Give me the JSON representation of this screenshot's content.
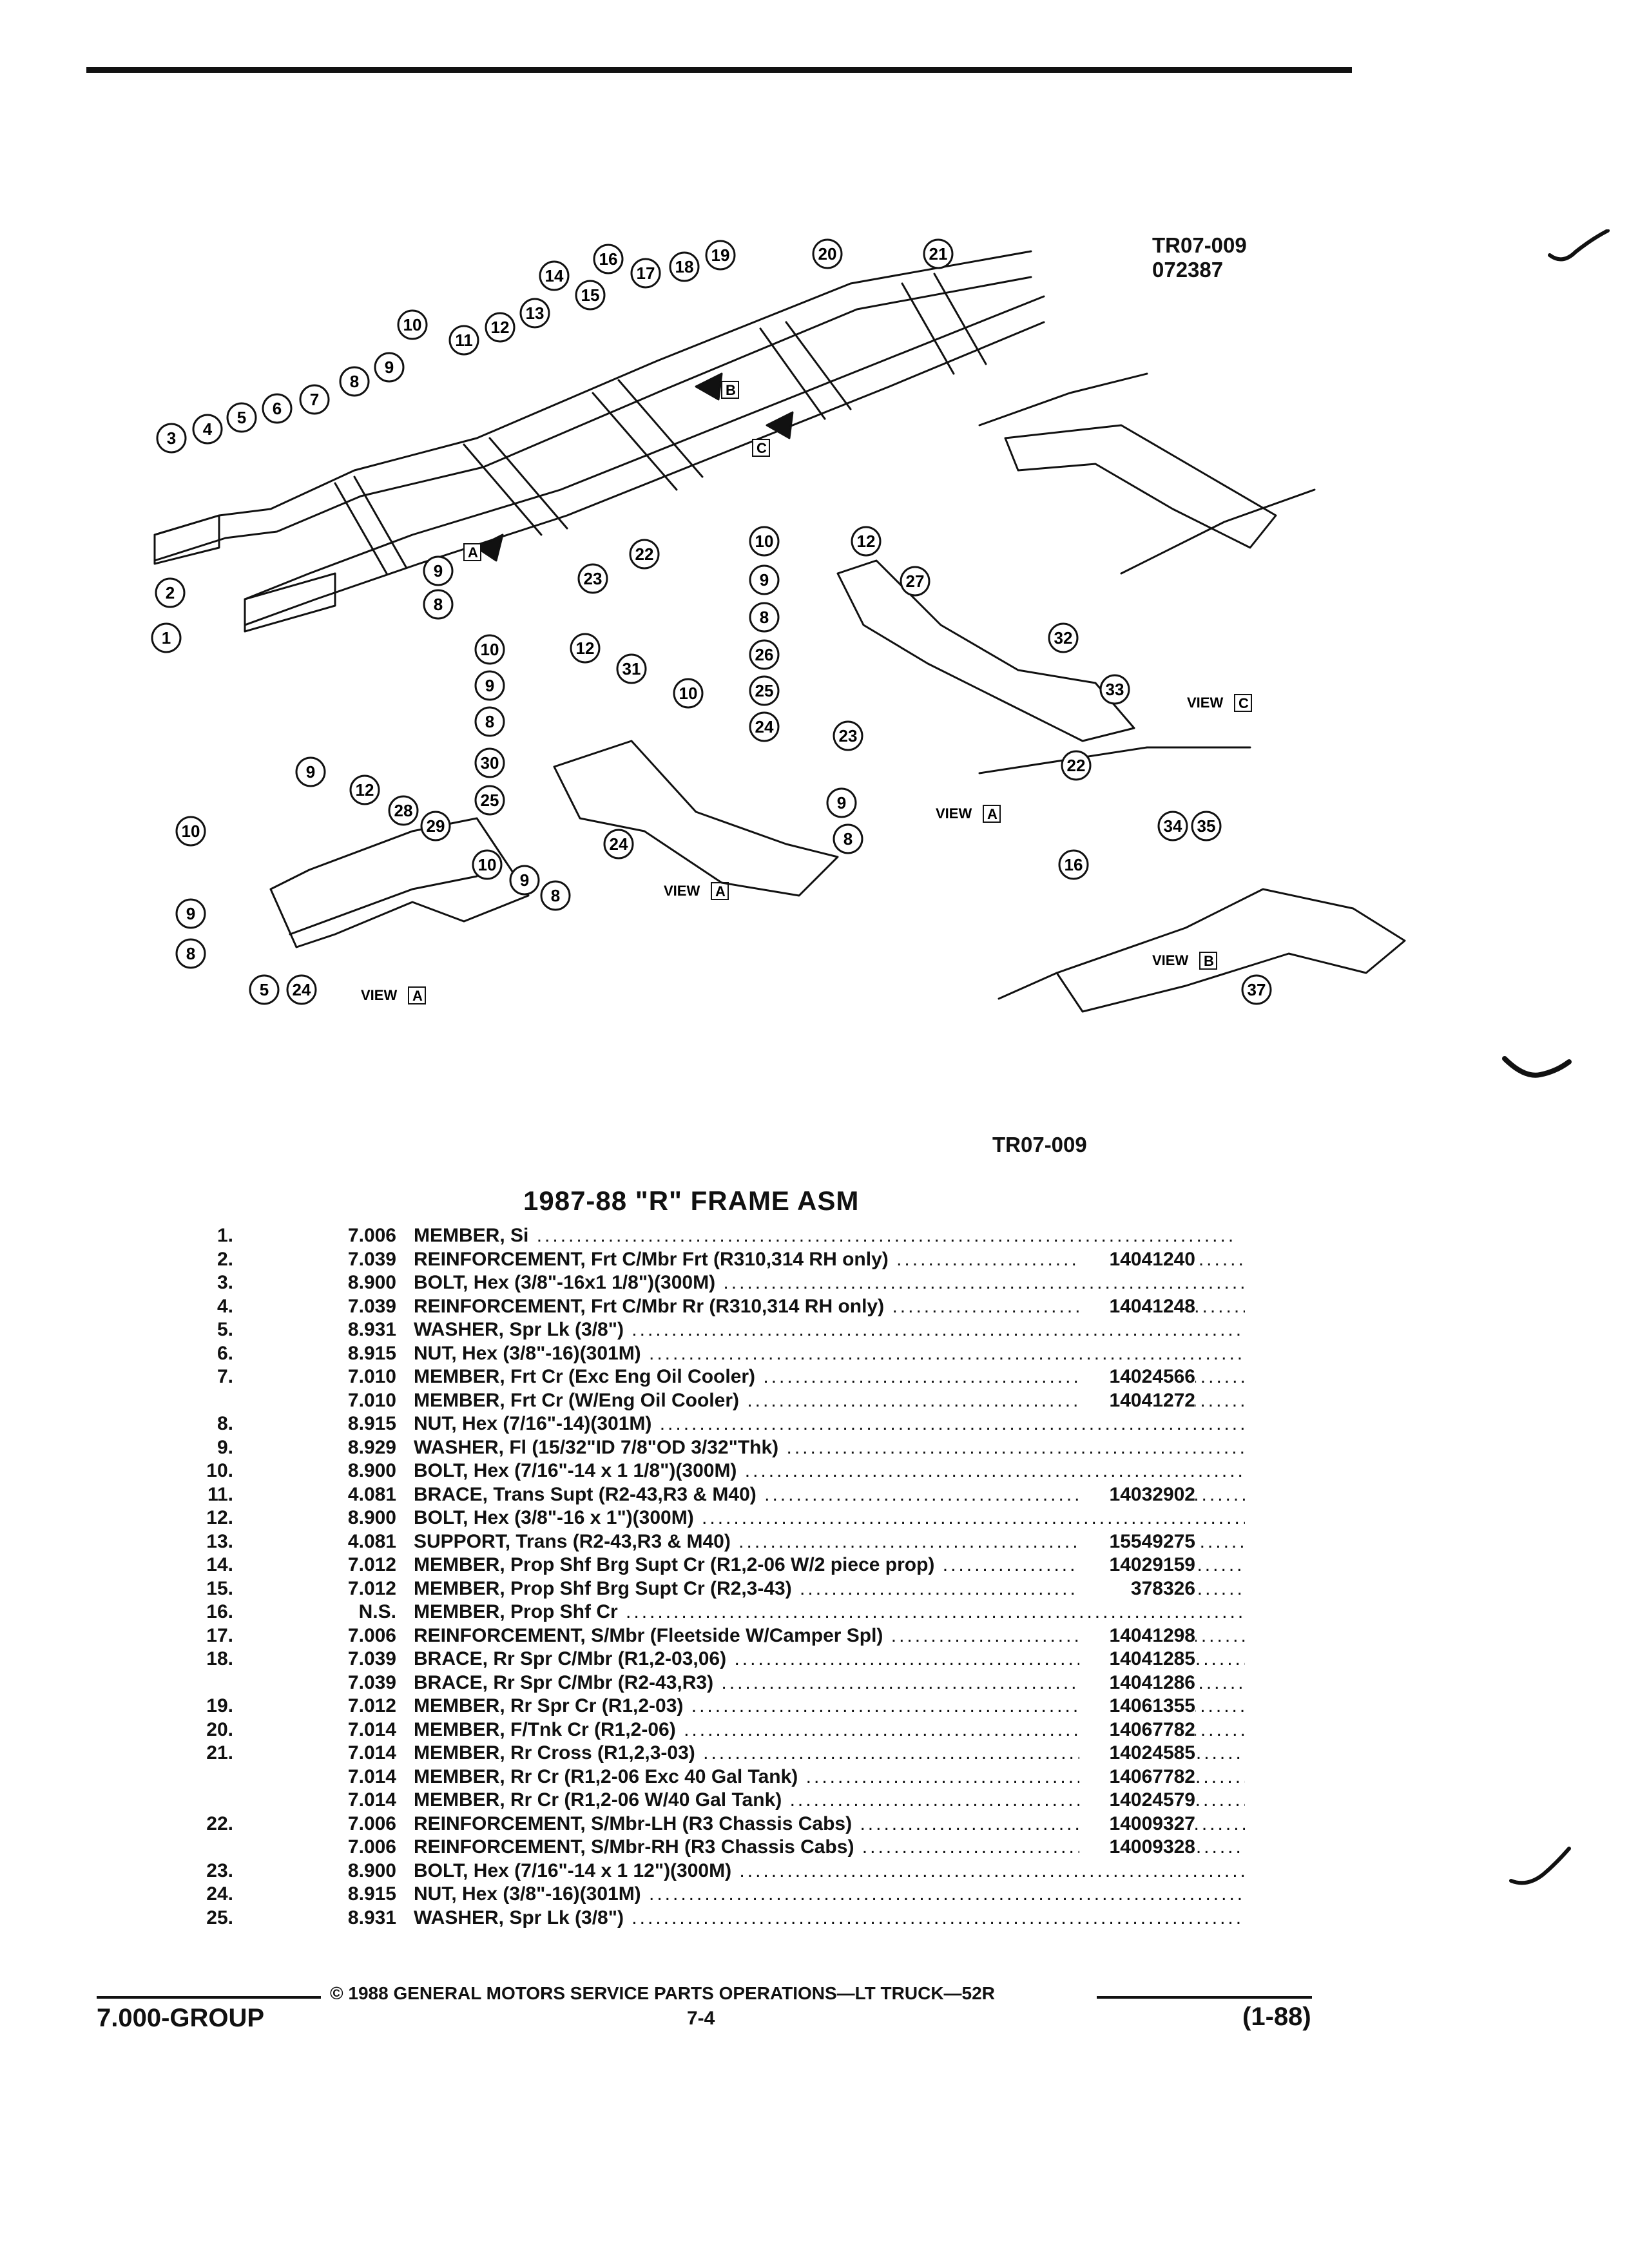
{
  "header": {
    "fig_code": "TR07-009",
    "fig_date": "072387"
  },
  "figure": {
    "callouts_main": [
      "1",
      "2",
      "3",
      "4",
      "5",
      "6",
      "7",
      "8",
      "9",
      "10",
      "11",
      "12",
      "13",
      "14",
      "15",
      "16",
      "17",
      "18",
      "19",
      "20",
      "21",
      "22",
      "23",
      "9",
      "8"
    ],
    "view_a_label": "VIEW",
    "view_a_letter": "A",
    "view_b_letter": "B",
    "view_c_letter": "C"
  },
  "caption_code": "TR07-009",
  "title": "1987-88 \"R\" FRAME ASM",
  "parts": [
    {
      "no": "1.",
      "grp": "7.006",
      "name": "MEMBER,",
      "desc": " Si",
      "pn": ""
    },
    {
      "no": "2.",
      "grp": "7.039",
      "name": "REINFORCEMENT,",
      "desc": " Frt C/Mbr Frt (R310,314 RH only)",
      "pn": "14041240"
    },
    {
      "no": "3.",
      "grp": "8.900",
      "name": "BOLT,",
      "desc": " Hex (3/8\"-16x1 1/8\")(300M)",
      "pn": ""
    },
    {
      "no": "4.",
      "grp": "7.039",
      "name": "REINFORCEMENT,",
      "desc": " Frt C/Mbr Rr (R310,314 RH only)",
      "pn": "14041248"
    },
    {
      "no": "5.",
      "grp": "8.931",
      "name": "WASHER,",
      "desc": " Spr Lk (3/8\")",
      "pn": ""
    },
    {
      "no": "6.",
      "grp": "8.915",
      "name": "NUT,",
      "desc": " Hex (3/8\"-16)(301M)",
      "pn": ""
    },
    {
      "no": "7.",
      "grp": "7.010",
      "name": "MEMBER,",
      "desc": " Frt Cr (Exc Eng Oil Cooler)",
      "pn": "14024566"
    },
    {
      "no": "",
      "grp": "7.010",
      "name": "MEMBER,",
      "desc": " Frt Cr (W/Eng Oil Cooler)",
      "pn": "14041272"
    },
    {
      "no": "8.",
      "grp": "8.915",
      "name": "NUT,",
      "desc": " Hex (7/16\"-14)(301M)",
      "pn": ""
    },
    {
      "no": "9.",
      "grp": "8.929",
      "name": "WASHER,",
      "desc": " Fl (15/32\"ID 7/8\"OD 3/32\"Thk)",
      "pn": ""
    },
    {
      "no": "10.",
      "grp": "8.900",
      "name": "BOLT,",
      "desc": " Hex (7/16\"-14 x 1 1/8\")(300M)",
      "pn": ""
    },
    {
      "no": "11.",
      "grp": "4.081",
      "name": "BRACE,",
      "desc": " Trans Supt (R2-43,R3 & M40)",
      "pn": "14032902"
    },
    {
      "no": "12.",
      "grp": "8.900",
      "name": "BOLT,",
      "desc": " Hex (3/8\"-16 x 1\")(300M)",
      "pn": ""
    },
    {
      "no": "13.",
      "grp": "4.081",
      "name": "SUPPORT,",
      "desc": " Trans (R2-43,R3 & M40)",
      "pn": "15549275"
    },
    {
      "no": "14.",
      "grp": "7.012",
      "name": "MEMBER,",
      "desc": " Prop Shf Brg Supt Cr (R1,2-06 W/2 piece prop)",
      "pn": "14029159"
    },
    {
      "no": "15.",
      "grp": "7.012",
      "name": "MEMBER,",
      "desc": " Prop Shf Brg Supt Cr (R2,3-43)",
      "pn": "378326"
    },
    {
      "no": "16.",
      "grp": "N.S.",
      "name": "MEMBER,",
      "desc": " Prop Shf Cr",
      "pn": ""
    },
    {
      "no": "17.",
      "grp": "7.006",
      "name": "REINFORCEMENT,",
      "desc": " S/Mbr (Fleetside W/Camper Spl)",
      "pn": "14041298"
    },
    {
      "no": "18.",
      "grp": "7.039",
      "name": "BRACE,",
      "desc": " Rr Spr C/Mbr (R1,2-03,06)",
      "pn": "14041285"
    },
    {
      "no": "",
      "grp": "7.039",
      "name": "BRACE,",
      "desc": " Rr Spr C/Mbr (R2-43,R3)",
      "pn": "14041286"
    },
    {
      "no": "19.",
      "grp": "7.012",
      "name": "MEMBER,",
      "desc": " Rr Spr Cr (R1,2-03)",
      "pn": "14061355"
    },
    {
      "no": "20.",
      "grp": "7.014",
      "name": "MEMBER,",
      "desc": " F/Tnk Cr (R1,2-06)",
      "pn": "14067782"
    },
    {
      "no": "21.",
      "grp": "7.014",
      "name": "MEMBER,",
      "desc": " Rr Cross (R1,2,3-03)",
      "pn": "14024585"
    },
    {
      "no": "",
      "grp": "7.014",
      "name": "MEMBER,",
      "desc": " Rr Cr (R1,2-06 Exc 40 Gal Tank)",
      "pn": "14067782"
    },
    {
      "no": "",
      "grp": "7.014",
      "name": "MEMBER,",
      "desc": " Rr Cr (R1,2-06 W/40 Gal Tank)",
      "pn": "14024579"
    },
    {
      "no": "22.",
      "grp": "7.006",
      "name": "REINFORCEMENT,",
      "desc": " S/Mbr-LH (R3 Chassis Cabs)",
      "pn": "14009327"
    },
    {
      "no": "",
      "grp": "7.006",
      "name": "REINFORCEMENT,",
      "desc": " S/Mbr-RH (R3 Chassis Cabs)",
      "pn": "14009328"
    },
    {
      "no": "23.",
      "grp": "8.900",
      "name": "BOLT,",
      "desc": " Hex (7/16\"-14 x 1 12\")(300M)",
      "pn": ""
    },
    {
      "no": "24.",
      "grp": "8.915",
      "name": "NUT,",
      "desc": " Hex (3/8\"-16)(301M)",
      "pn": ""
    },
    {
      "no": "25.",
      "grp": "8.931",
      "name": "WASHER,",
      "desc": " Spr Lk (3/8\")",
      "pn": ""
    }
  ],
  "footer": {
    "copyright": "© 1988 GENERAL MOTORS SERVICE PARTS OPERATIONS—LT TRUCK—52R",
    "group": "7.000-GROUP",
    "page": "7-4",
    "revision": "(1-88)"
  }
}
